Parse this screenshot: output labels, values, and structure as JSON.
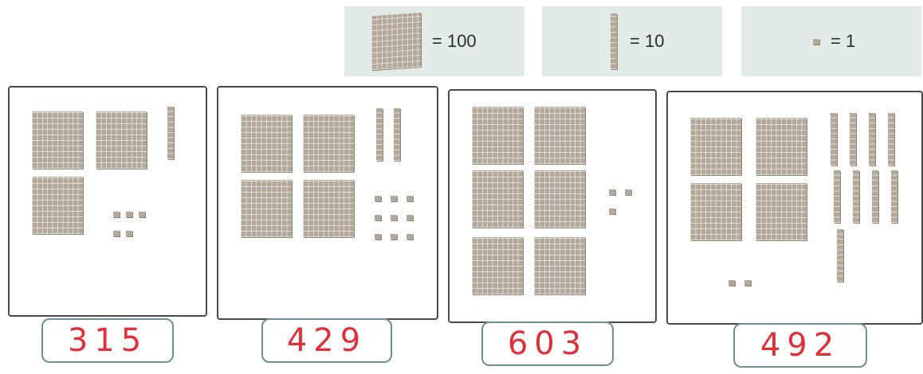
{
  "legend": {
    "hundred": "= 100",
    "ten": "= 10",
    "one": "= 1"
  },
  "panels": [
    {
      "hundreds": 3,
      "tens": 1,
      "ones": 5,
      "answer": "315"
    },
    {
      "hundreds": 4,
      "tens": 2,
      "ones": 9,
      "answer": "429"
    },
    {
      "hundreds": 6,
      "tens": 0,
      "ones": 3,
      "answer": "603"
    },
    {
      "hundreds": 4,
      "tens": 9,
      "ones": 2,
      "answer": "492"
    }
  ],
  "colors": {
    "block": "#b3a89a",
    "answer_ink": "#e0303a",
    "answer_border": "#6e8f95",
    "legend_bg": "#e3ebe8"
  }
}
